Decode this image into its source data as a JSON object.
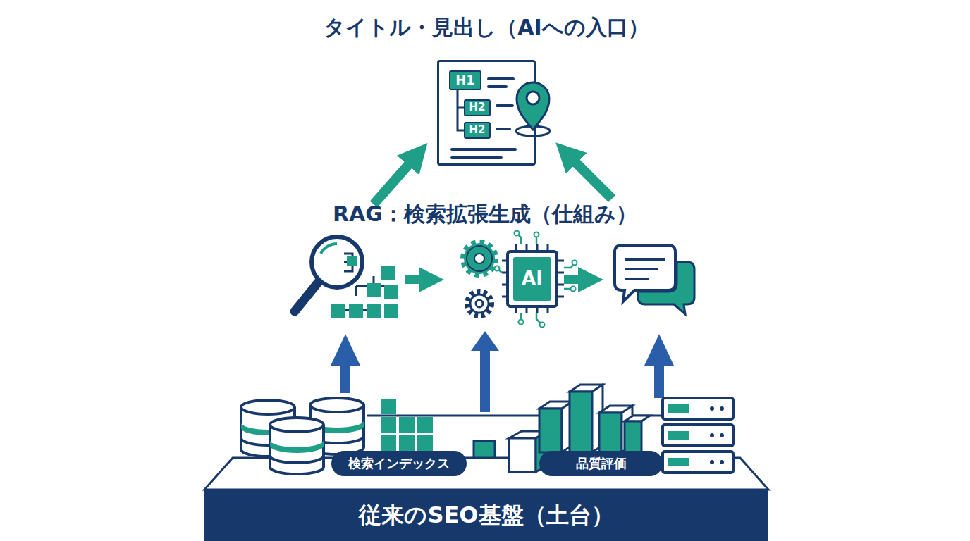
{
  "diagram": {
    "nodes": [
      {
        "text": [
          "タイトル・見出し（AIへの入口）"
        ]
      },
      {
        "text": [
          "H1"
        ],
        "in": 0
      },
      {
        "text": [
          "H2"
        ],
        "in": 0
      },
      {
        "text": [
          "H2"
        ],
        "in": 0
      },
      {
        "text": [
          "AI"
        ]
      },
      {
        "text": [
          "従来のSEO基盤（土台）"
        ]
      },
      {
        "text": [
          "検索インデックス"
        ],
        "in": 5
      },
      {
        "text": [
          "品質評価"
        ],
        "in": 5
      }
    ],
    "edges": [
      {
        "from": 5,
        "to": 4,
        "arrow": "to"
      }
    ],
    "labels": [
      "RAG：検索拡張生成（仕組み）"
    ]
  }
}
